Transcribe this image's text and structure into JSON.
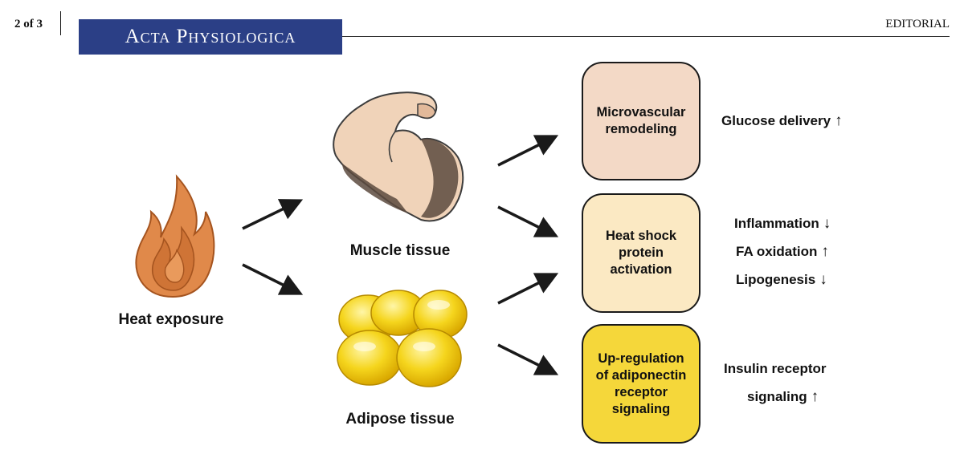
{
  "header": {
    "page_number": "2 of 3",
    "journal_name": "Acta Physiologica",
    "section": "EDITORIAL"
  },
  "diagram": {
    "source": {
      "label": "Heat exposure",
      "icon": "flame-icon"
    },
    "tissues": [
      {
        "label": "Muscle tissue",
        "icon": "flexed-arm-icon"
      },
      {
        "label": "Adipose tissue",
        "icon": "fat-cells-icon"
      }
    ],
    "mechanisms": [
      {
        "lines": [
          "Microvascular",
          "remodeling"
        ],
        "color": "#f3d9c6"
      },
      {
        "lines": [
          "Heat shock",
          "protein",
          "activation"
        ],
        "color": "#fbe9c3"
      },
      {
        "lines": [
          "Up-regulation",
          "of adiponectin",
          "receptor",
          "signaling"
        ],
        "color": "#f5d73a"
      }
    ],
    "effects": {
      "microvascular": [
        {
          "text": "Glucose delivery",
          "direction": "↑"
        }
      ],
      "hsp": [
        {
          "text": "Inflammation",
          "direction": "↓"
        },
        {
          "text": "FA oxidation",
          "direction": "↑"
        },
        {
          "text": "Lipogenesis",
          "direction": "↓"
        }
      ],
      "adiponectin": [
        {
          "text": "Insulin receptor",
          "direction": ""
        },
        {
          "text": "signaling",
          "direction": "↑"
        }
      ]
    }
  }
}
